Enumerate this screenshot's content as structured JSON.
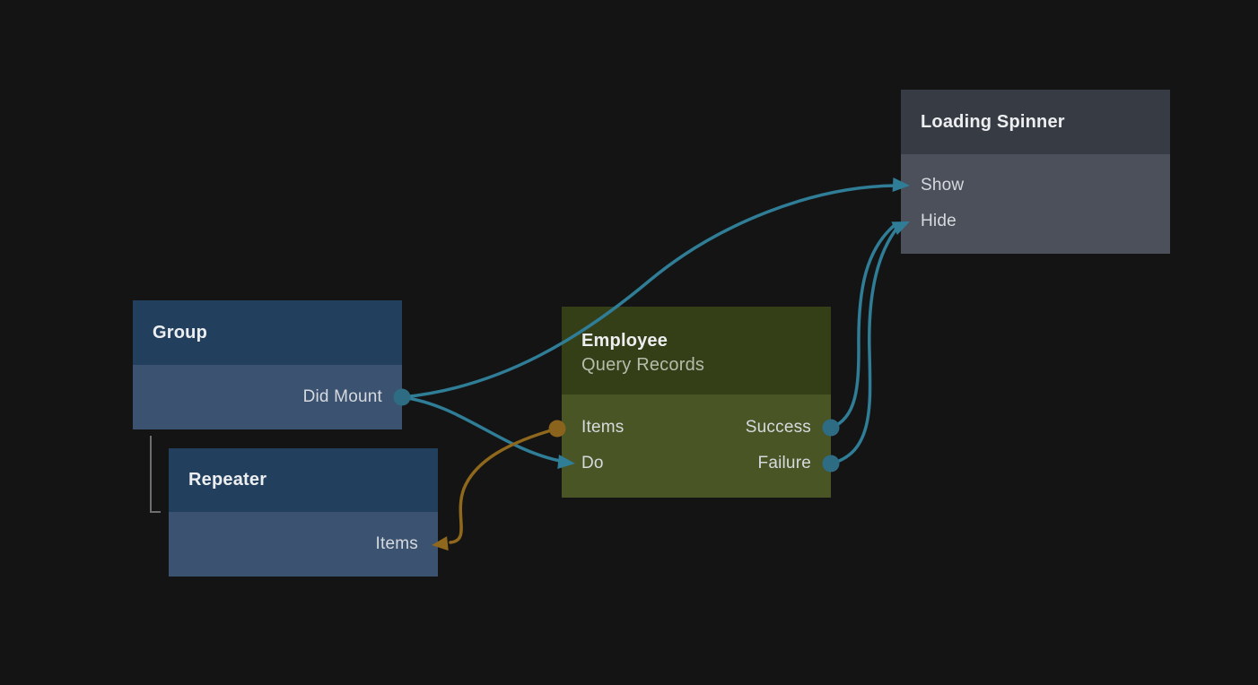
{
  "canvas": {
    "background": "#141414",
    "hierarchy_line_color": "#6e6e6e"
  },
  "connection_colors": {
    "signal": "#2f7d96",
    "signal_dot": "#2d6c83",
    "data": "#8f681d",
    "data_dot": "#8a641c"
  },
  "nodes": [
    {
      "id": "group",
      "title": "Group",
      "colors": {
        "header": "#22405e",
        "body": "#3b5271"
      },
      "ports": [
        {
          "label": "Did Mount",
          "side": "right",
          "connector": "signal-source-dot"
        }
      ]
    },
    {
      "id": "repeater",
      "title": "Repeater",
      "colors": {
        "header": "#22405e",
        "body": "#3b5271"
      },
      "ports": [
        {
          "label": "Items",
          "side": "right",
          "connector": "data-target-arrow"
        }
      ]
    },
    {
      "id": "employee",
      "title": "Employee",
      "subtitle": "Query Records",
      "colors": {
        "header": "#343e17",
        "body": "#4a5526"
      },
      "ports": [
        {
          "label": "Items",
          "side": "left",
          "connector": "data-source-dot"
        },
        {
          "label": "Do",
          "side": "left",
          "connector": "signal-target-arrow"
        },
        {
          "label": "Success",
          "side": "right",
          "connector": "signal-source-dot"
        },
        {
          "label": "Failure",
          "side": "right",
          "connector": "signal-source-dot"
        }
      ]
    },
    {
      "id": "loading-spinner",
      "title": "Loading Spinner",
      "colors": {
        "header": "#373b44",
        "body": "#4c505a"
      },
      "ports": [
        {
          "label": "Show",
          "side": "left",
          "connector": "signal-target-arrow"
        },
        {
          "label": "Hide",
          "side": "left",
          "connector": "signal-target-arrow"
        }
      ]
    }
  ],
  "connections": [
    {
      "from": "Group / Did Mount",
      "to": "Loading Spinner / Show",
      "type": "signal"
    },
    {
      "from": "Group / Did Mount",
      "to": "Employee / Do",
      "type": "signal"
    },
    {
      "from": "Employee / Success",
      "to": "Loading Spinner / Hide",
      "type": "signal"
    },
    {
      "from": "Employee / Failure",
      "to": "Loading Spinner / Hide",
      "type": "signal"
    },
    {
      "from": "Employee / Items",
      "to": "Repeater / Items",
      "type": "data"
    }
  ],
  "hierarchy": [
    {
      "parent": "Group",
      "child": "Repeater"
    }
  ]
}
